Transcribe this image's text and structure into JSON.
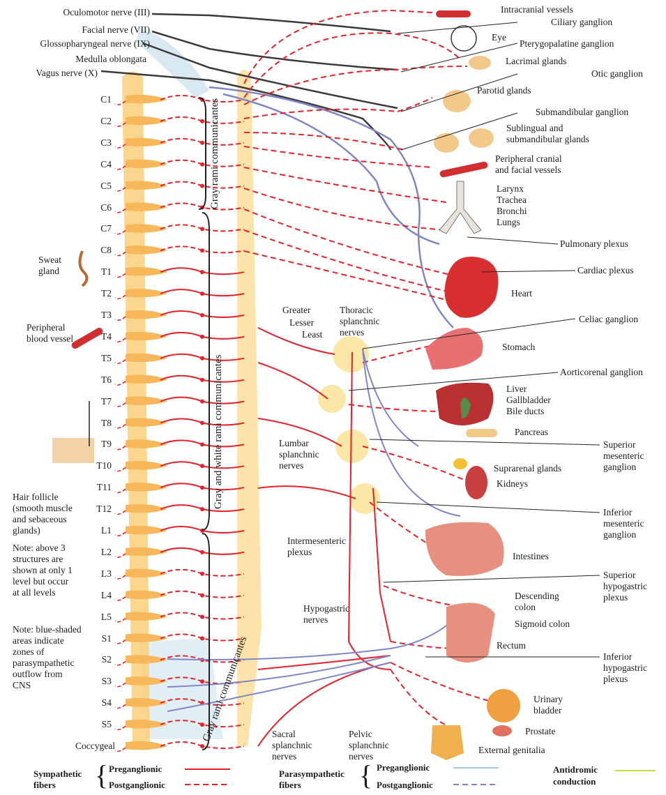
{
  "colors": {
    "sympathetic": "#e8202a",
    "parasympathetic": "#7f86c8",
    "antidromic": "#c8df3a",
    "cord": "#f9cf7a",
    "ganglion": "#fde7a6",
    "blue_shade": "#cfe3ef"
  },
  "left_labels": {
    "oculomotor": "Oculomotor nerve (III)",
    "facial": "Facial nerve (VII)",
    "glossopharyngeal": "Glossopharyngeal nerve (IX)",
    "medulla": "Medulla oblongata",
    "vagus": "Vagus nerve (X)"
  },
  "segments": [
    "C1",
    "C2",
    "C3",
    "C4",
    "C5",
    "C6",
    "C7",
    "C8",
    "T1",
    "T2",
    "T3",
    "T4",
    "T5",
    "T6",
    "T7",
    "T8",
    "T9",
    "T10",
    "T11",
    "T12",
    "L1",
    "L2",
    "L3",
    "L4",
    "L5",
    "S1",
    "S2",
    "S3",
    "S4",
    "S5",
    "Coccygeal"
  ],
  "side_labels": {
    "sweat_gland": "Sweat\ngland",
    "peripheral_vessel": "Peripheral\nblood vessel",
    "hair_follicle": "Hair follicle\n(smooth muscle\nand sebaceous\nglands)",
    "note1": "Note: above 3\nstructures are\nshown at only 1\nlevel but occur\nat all levels",
    "note2": "Note: blue-shaded\nareas indicate\nzones of\nparasympathetic\noutflow from\nCNS"
  },
  "rami": {
    "gray_upper": "Gray rami communicantes",
    "gray_white": "Gray and white rami communicantes",
    "gray_lower": "Gray rami communicantes"
  },
  "middle_labels": {
    "greater": "Greater",
    "lesser": "Lesser",
    "least": "Least",
    "thoracic_splanchnic": "Thoracic\nsplanchnic\nnerves",
    "lumbar_splanchnic": "Lumbar\nsplanchnic\nnerves",
    "intermesenteric": "Intermesenteric\nplexus",
    "hypogastric": "Hypogastric\nnerves",
    "sacral_splanchnic": "Sacral\nsplanchnic\nnerves",
    "pelvic_splanchnic": "Pelvic\nsplanchnic\nnerves"
  },
  "right_labels": {
    "intracranial": "Intracranial vessels",
    "ciliary": "Ciliary ganglion",
    "eye": "Eye",
    "pterygopalatine": "Pterygopalatine ganglion",
    "lacrimal": "Lacrimal glands",
    "otic": "Otic ganglion",
    "parotid": "Parotid glands",
    "submandibular_ganglion": "Submandibular ganglion",
    "sublingual": "Sublingual and\nsubmandibular glands",
    "peripheral_cranial": "Peripheral cranial\nand facial vessels",
    "airway": "Larynx\nTrachea\nBronchi\nLungs",
    "pulmonary": "Pulmonary plexus",
    "cardiac": "Cardiac plexus",
    "heart": "Heart",
    "celiac": "Celiac ganglion",
    "stomach": "Stomach",
    "aorticorenal": "Aorticorenal ganglion",
    "liver": "Liver\nGallbladder\nBile ducts",
    "pancreas": "Pancreas",
    "sup_mesenteric": "Superior\nmesenteric\nganglion",
    "suprarenal": "Suprarenal glands",
    "kidneys": "Kidneys",
    "inf_mesenteric": "Inferior\nmesenteric\nganglion",
    "intestines": "Intestines",
    "sup_hypogastric": "Superior\nhypogastric\nplexus",
    "descending": "Descending\ncolon",
    "sigmoid": "Sigmoid colon",
    "rectum": "Rectum",
    "inf_hypogastric": "Inferior\nhypogastric\nplexus",
    "bladder": "Urinary\nbladder",
    "prostate": "Prostate",
    "genitalia": "External genitalia"
  },
  "legend": {
    "sympathetic": "Sympathetic\nfibers",
    "preganglionic": "Preganglionic",
    "postganglionic": "Postganglionic",
    "parasympathetic": "Parasympathetic\nfibers",
    "antidromic": "Antidromic\nconduction"
  }
}
